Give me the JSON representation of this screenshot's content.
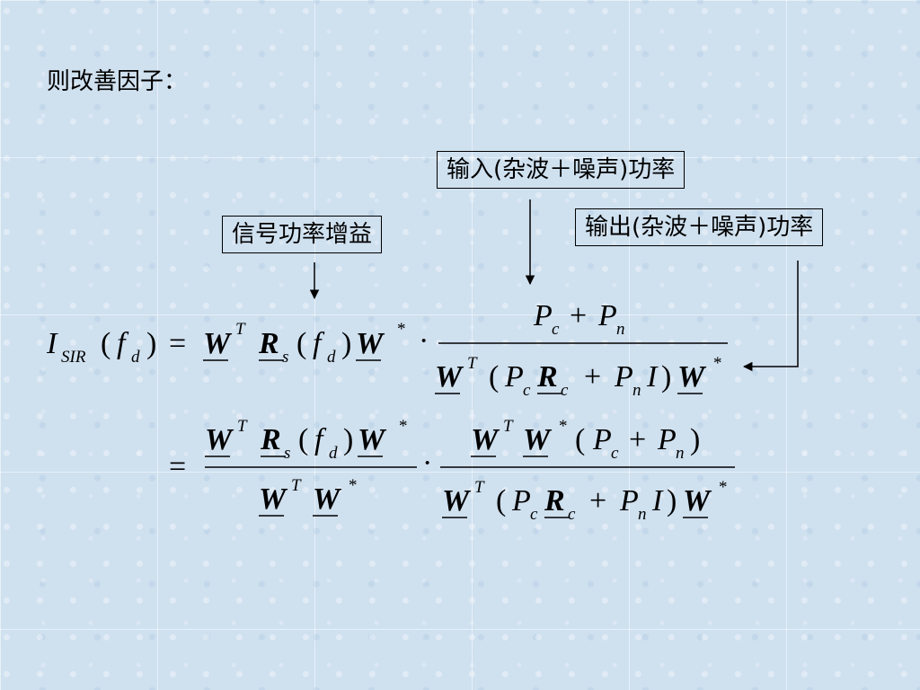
{
  "heading": "则改善因子：",
  "labels": {
    "input_power": "输入(杂波＋噪声)功率",
    "signal_gain": "信号功率增益",
    "output_power": "输出(杂波＋噪声)功率"
  },
  "equation": {
    "lhs_symbol": "I",
    "lhs_subscript": "SIR",
    "arg": "f",
    "arg_sub": "d",
    "weight": "W",
    "transpose": "T",
    "conj": "*",
    "signal_cov": "R",
    "signal_cov_sub": "s",
    "clutter_cov": "R",
    "clutter_cov_sub": "c",
    "clutter_power": "P",
    "clutter_power_sub": "c",
    "noise_power": "P",
    "noise_power_sub": "n",
    "identity": "I"
  }
}
